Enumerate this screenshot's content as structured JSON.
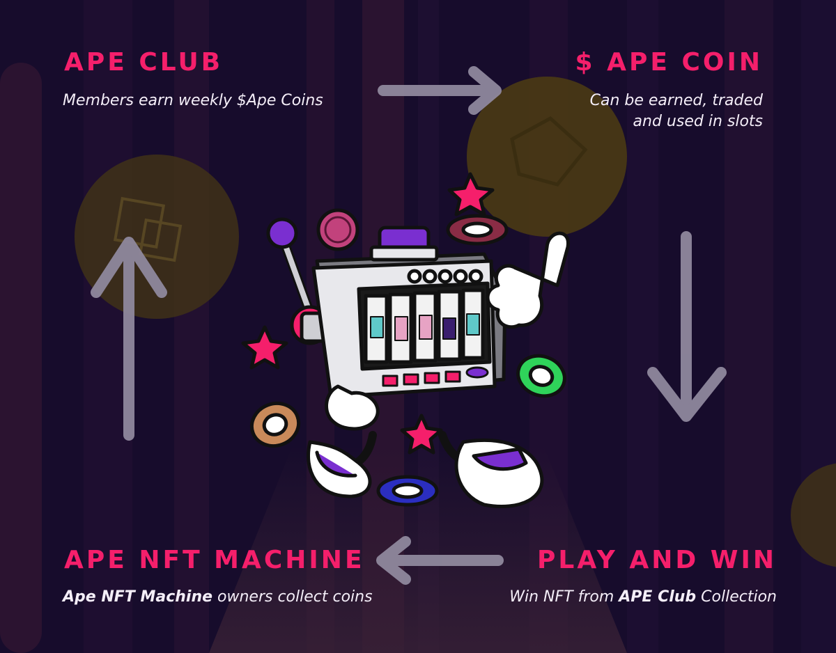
{
  "colors": {
    "accent": "#f51f6b",
    "background": "#170c2c",
    "arrow": "#8f889d",
    "coin": "#4a3a14"
  },
  "steps": {
    "ape_club": {
      "title": "APE CLUB",
      "description": "Members earn weekly $Ape Coins"
    },
    "ape_coin": {
      "title": "$ APE COIN",
      "line1": "Can be earned, traded",
      "line2": "and used in slots"
    },
    "play_and_win": {
      "title": "PLAY AND WIN",
      "prefix": "Win NFT from ",
      "bold": "APE Club",
      "suffix": " Collection"
    },
    "ape_nft_machine": {
      "title": "APE NFT MACHINE",
      "bold": "Ape NFT Machine",
      "suffix": " owners collect coins"
    }
  },
  "arrows": {
    "top": "arrow-right-icon",
    "right": "arrow-down-icon",
    "bottom": "arrow-left-icon",
    "left": "arrow-up-icon"
  }
}
